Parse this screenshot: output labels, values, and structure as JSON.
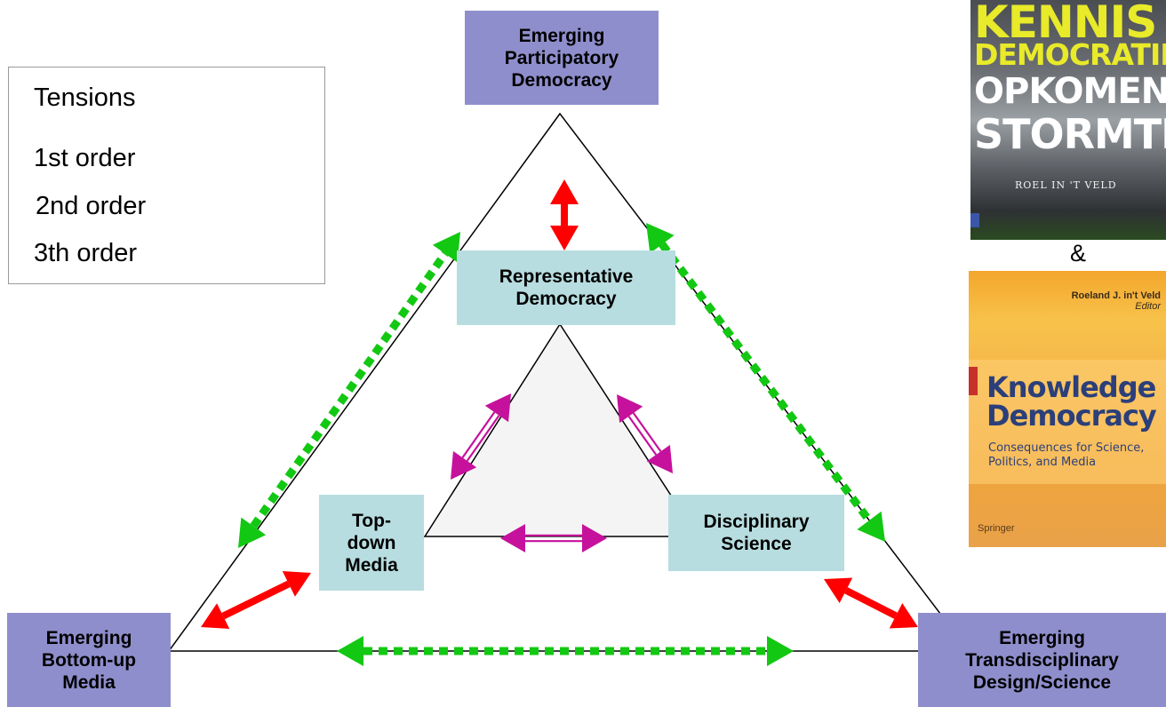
{
  "legend": {
    "title": "Tensions",
    "rows": [
      {
        "label": "1st order",
        "style": "double",
        "color": "#c6119c"
      },
      {
        "label": "2nd order",
        "style": "solid",
        "color": "#ff0000"
      },
      {
        "label": "3th order",
        "style": "dashed",
        "color": "#12c812"
      }
    ]
  },
  "nodes": {
    "participatory": "Emerging\nParticipatory\nDemocracy",
    "bottomup": "Emerging\nBottom-up\nMedia",
    "transdisciplinary": "Emerging\nTransdisciplinary\nDesign/Science",
    "representative": "Representative\nDemocracy",
    "topdown": "Top-\ndown\nMedia",
    "disciplinary": "Disciplinary\nScience"
  },
  "colors": {
    "outer_node": "#8f8ecc",
    "inner_node": "#b7dde0",
    "inner_triangle": "#f4f4f4",
    "first_order": "#c6119c",
    "second_order": "#ff0000",
    "third_order": "#12c812"
  },
  "books": {
    "book1": {
      "lines": [
        "KENNIS",
        "DEMOCRATIE",
        "OPKOMEND",
        "STORMTIJ"
      ],
      "author": "ROEL IN 'T VELD"
    },
    "ampersand": "&",
    "book2": {
      "editor": "Roeland J. in't Veld",
      "editor_role": "Editor",
      "title1": "Knowledge",
      "title2": "Democracy",
      "subtitle1": "Consequences for Science,",
      "subtitle2": "Politics, and Media",
      "publisher": "Springer"
    }
  }
}
